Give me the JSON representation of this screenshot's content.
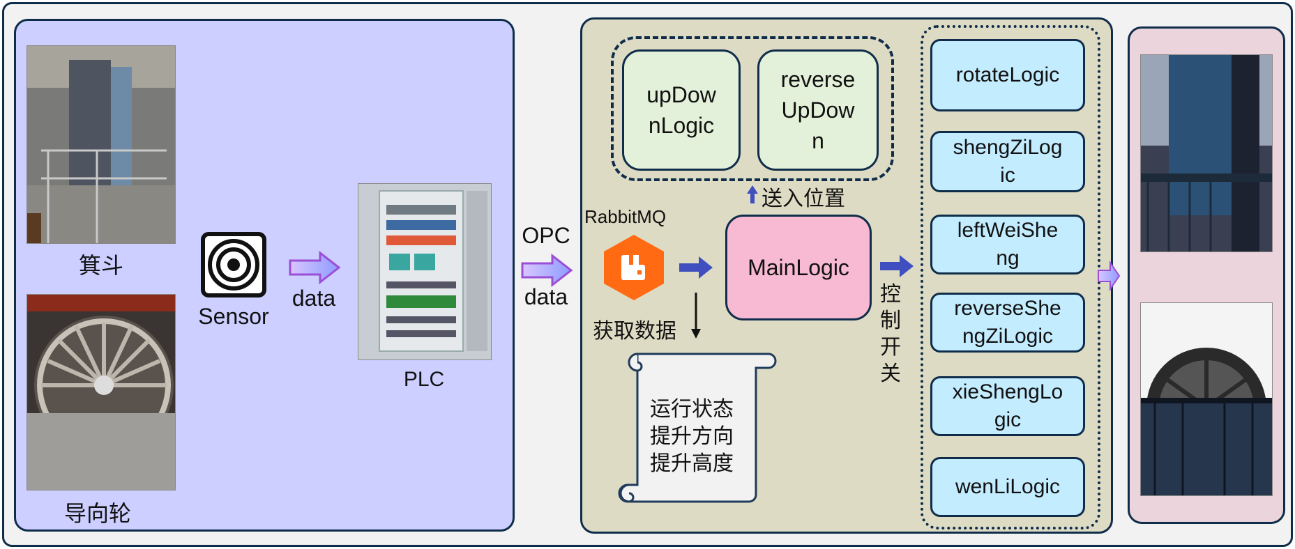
{
  "left_panel": {
    "bucket_label": "箕斗",
    "guide_wheel_label": "导向轮",
    "sensor_label": "Sensor",
    "arrow1_label": "data",
    "plc_label": "PLC"
  },
  "opc_arrow": {
    "top_label": "OPC",
    "bottom_label": "data"
  },
  "middle_panel": {
    "rabbitmq_label": "RabbitMQ",
    "position_groups": [
      "upDow\nnLogic",
      "reverse\nUpDow\nn"
    ],
    "send_position_label": "送入位置",
    "main_logic_label": "MainLogic",
    "fetch_data_label": "获取数据",
    "control_switch_label": "控\n制\n开\n关",
    "scroll_lines": [
      "运行状态",
      "提升方向",
      "提升高度"
    ],
    "logic_modules": [
      "rotateLogic",
      "shengZiLog\nic",
      "leftWeiShe\nng",
      "reverseShe\nngZiLogic",
      "xieShengLo\ngic",
      "wenLiLogic"
    ]
  },
  "colors": {
    "left_panel_bg": "#cccfff",
    "middle_panel_bg": "#dedbc4",
    "right_panel_bg": "#ecd4dc",
    "main_logic_bg": "#f8b9d2",
    "logic_box_bg": "#c3ecff",
    "group_box_bg": "#e4f1da",
    "rabbitmq_orange": "#ff6a13",
    "arrow_blue": "#3f4fbf",
    "border_navy": "#0f2d4a"
  },
  "icons": [
    "sensor-icon",
    "rabbitmq-icon",
    "data-arrow-icon",
    "scroll-icon"
  ]
}
